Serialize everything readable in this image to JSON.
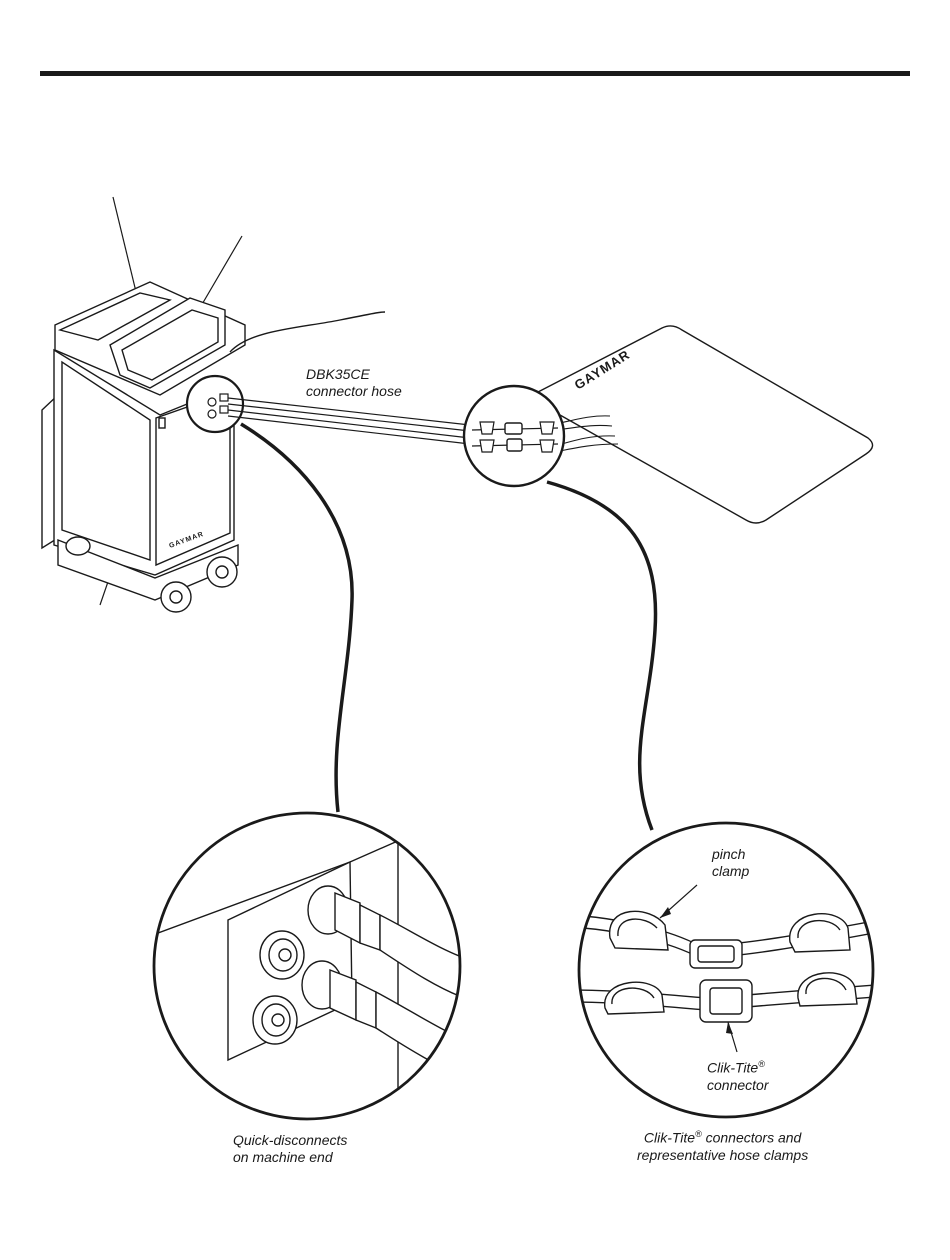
{
  "labels": {
    "hose_name": "DBK35CE",
    "hose_desc": "connector hose",
    "pinch_line1": "pinch",
    "pinch_line2": "clamp",
    "cliktite_name": "Clik-Tite",
    "reg_mark": "®",
    "cliktite_word": "connector",
    "quick_line1": "Quick-disconnects",
    "quick_line2": "on machine end",
    "caption_right_name": "Clik-Tite",
    "caption_right_rest1": " connectors and",
    "caption_right_line2": "representative hose clamps"
  },
  "brand": {
    "pad_logo": "GAYMAR",
    "machine_logo": "GAYMAR"
  }
}
